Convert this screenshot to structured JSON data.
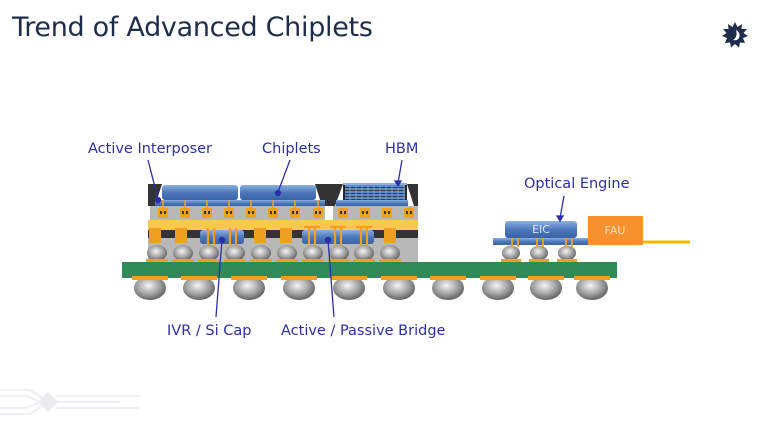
{
  "title": "Trend of Advanced Chiplets",
  "logo": {
    "icon": "sun-face-gear-icon"
  },
  "labels": {
    "active_interposer": "Active Interposer",
    "chiplets": "Chiplets",
    "hbm": "HBM",
    "optical_engine": "Optical Engine",
    "ivr_si_cap": "IVR / Si Cap",
    "bridge": "Active / Passive Bridge",
    "eic": "EIC",
    "fau": "FAU"
  },
  "colors": {
    "title": "#1f2d4d",
    "label": "#2b2fa8",
    "substrate": "#2e8b57",
    "solder_pad": "#f0a020",
    "interposer_yellow": "#f8c94a",
    "die_blue": "#4f7fc0",
    "mold_dark": "#333333",
    "fau_orange": "#f7912d",
    "fiber": "#f5b800"
  }
}
